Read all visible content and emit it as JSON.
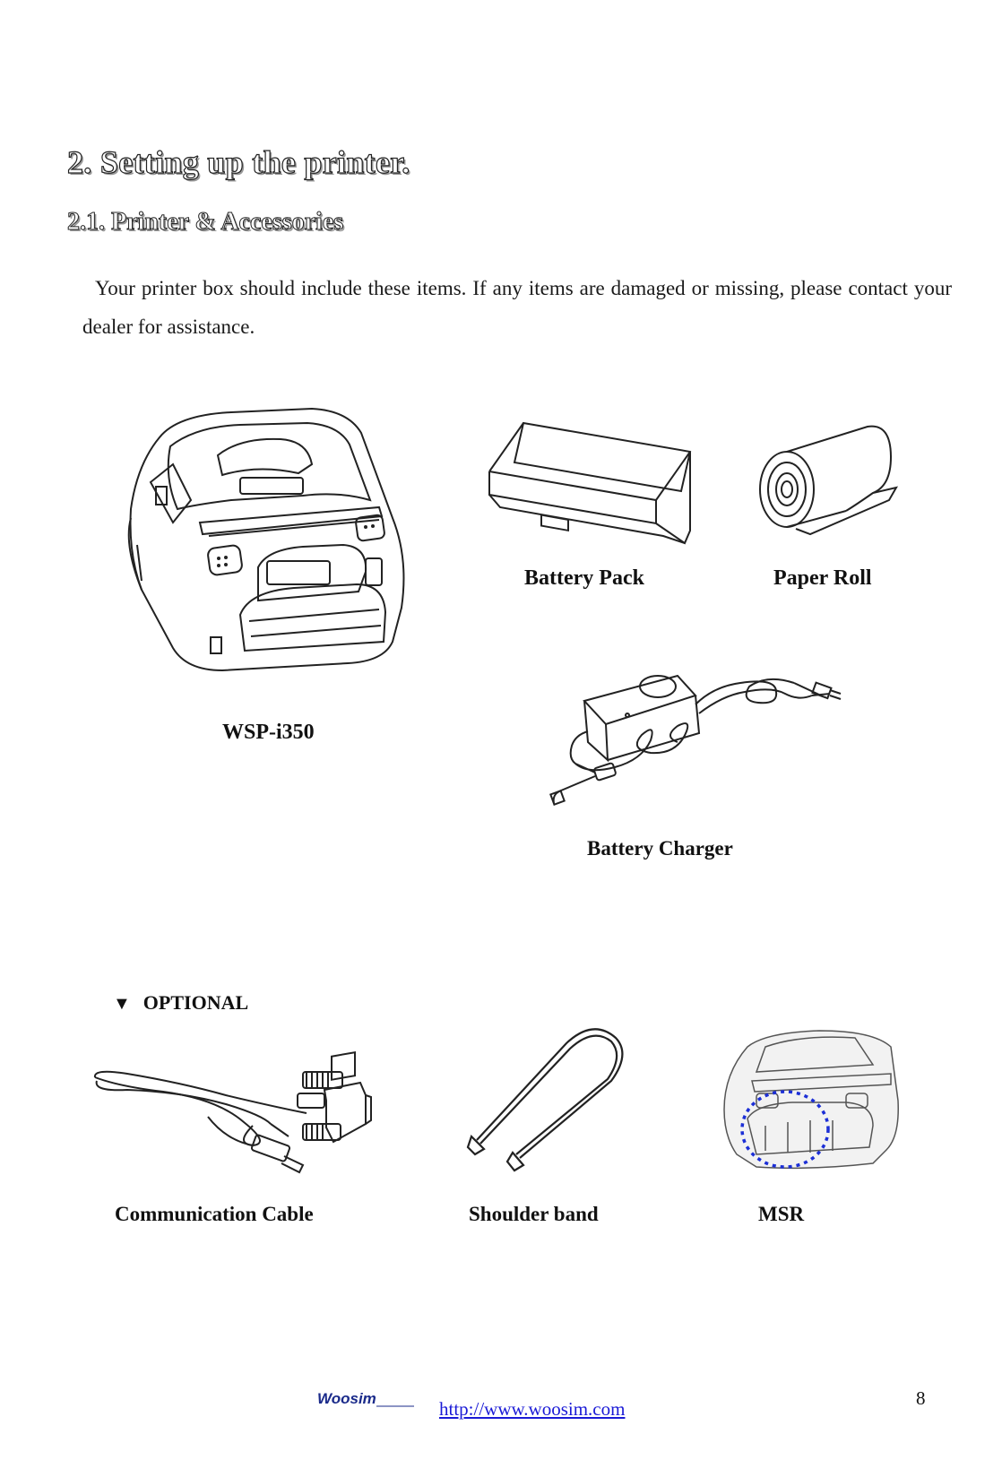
{
  "heading": "2. Setting up the printer.",
  "subheading": "2.1. Printer & Accessories",
  "intro": "Your printer box should include these items. If any items are damaged or missing, please contact your dealer for assistance.",
  "items": {
    "printer": "WSP-i350",
    "battery_pack": "Battery Pack",
    "paper_roll": "Paper Roll",
    "battery_charger": "Battery Charger"
  },
  "optional": {
    "marker": "▼",
    "label": "OPTIONAL",
    "items": {
      "cable": "Communication Cable",
      "shoulder_band": "Shoulder band",
      "msr": "MSR"
    }
  },
  "footer": {
    "logo_text": "Woosim",
    "url": "http://www.woosim.com",
    "page_number": "8"
  }
}
